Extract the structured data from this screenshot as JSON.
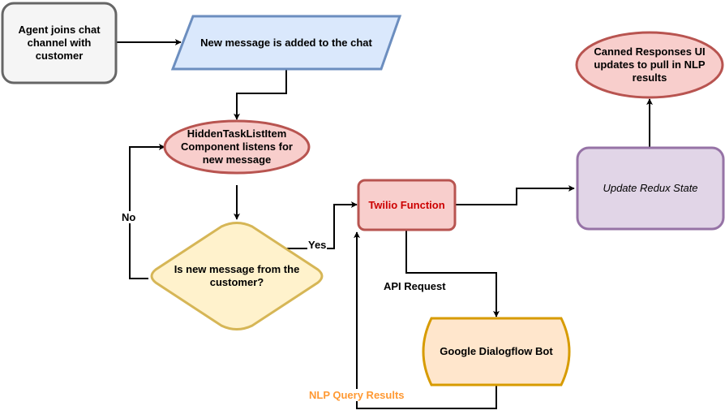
{
  "nodes": {
    "agent_joins": {
      "label": "Agent joins chat channel with customer",
      "fill": "#f5f5f5",
      "stroke": "#666666"
    },
    "new_message": {
      "label": "New message is added to the chat",
      "fill": "#dae8fc",
      "stroke": "#6c8ebf"
    },
    "hidden_task": {
      "label": "HiddenTaskListItem Component listens for new message",
      "fill": "#f8cecc",
      "stroke": "#b85450"
    },
    "decision": {
      "label": "Is new message from the customer?",
      "fill": "#fff2cc",
      "stroke": "#d6b656"
    },
    "twilio_function": {
      "label": "Twilio Function",
      "fill": "#f8cecc",
      "stroke": "#b85450",
      "text_color": "#cc0000"
    },
    "dialogflow": {
      "label": "Google Dialogflow Bot",
      "fill": "#ffe6cc",
      "stroke": "#d79b00"
    },
    "update_redux": {
      "label": "Update Redux State",
      "fill": "#e1d5e7",
      "stroke": "#9673a6"
    },
    "canned_responses": {
      "label": "Canned Responses UI updates to pull in NLP results",
      "fill": "#f8cecc",
      "stroke": "#b85450"
    }
  },
  "edge_labels": {
    "no": "No",
    "yes": "Yes",
    "api_request": "API Request",
    "nlp_results": "NLP Query Results"
  },
  "colors": {
    "edge": "#000000",
    "nlp_label": "#ff9933"
  }
}
